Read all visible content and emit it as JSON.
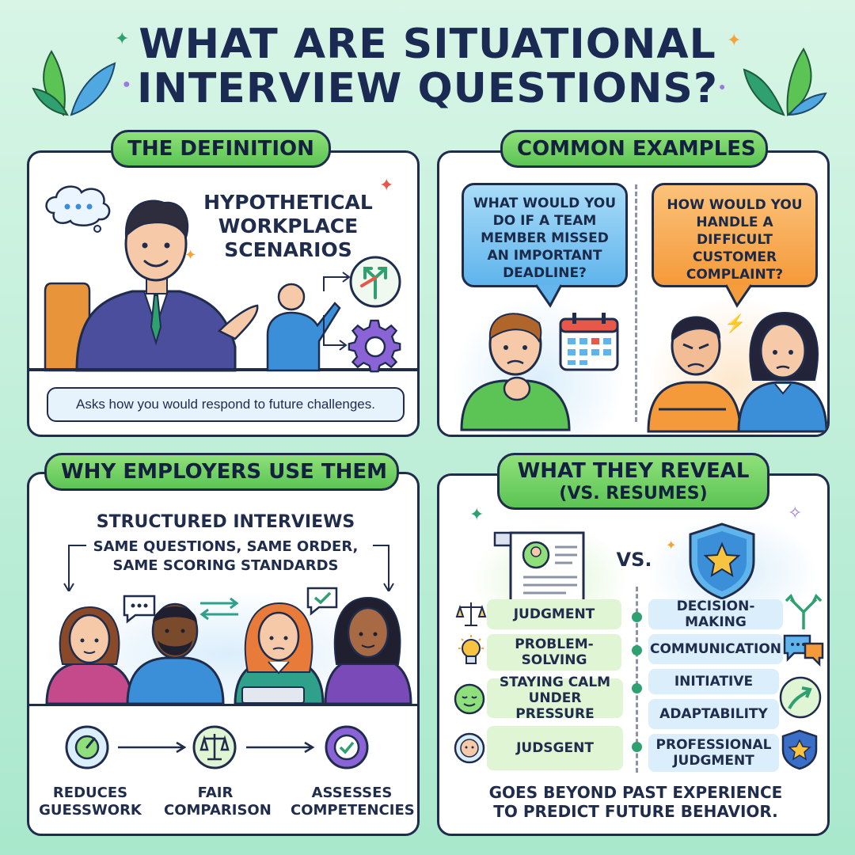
{
  "title": {
    "line1": "WHAT ARE SITUATIONAL",
    "line2": "INTERVIEW QUESTIONS?"
  },
  "definition": {
    "heading": "THE DEFINITION",
    "headline": [
      "HYPOTHETICAL",
      "WORKPLACE",
      "SCENARIOS"
    ],
    "caption": "Asks how you would respond to future challenges."
  },
  "examples": {
    "heading": "COMMON EXAMPLES",
    "question1": "WHAT WOULD YOU DO IF A TEAM MEMBER MISSED AN IMPORTANT DEADLINE?",
    "question2": "HOW WOULD YOU HANDLE A DIFFICULT CUSTOMER COMPLAINT?"
  },
  "employers": {
    "heading": "WHY EMPLOYERS USE THEM",
    "subheading": "STRUCTURED INTERVIEWS",
    "line1": "SAME QUESTIONS, SAME ORDER,",
    "line2": "SAME SCORING STANDARDS",
    "benefits": [
      {
        "line1": "REDUCES",
        "line2": "GUESSWORK"
      },
      {
        "line1": "FAIR",
        "line2": "COMPARISON"
      },
      {
        "line1": "ASSESSES",
        "line2": "COMPETENCIES"
      }
    ]
  },
  "reveal": {
    "heading": "WHAT THEY REVEAL",
    "subheading": "(VS. RESUMES)",
    "vs": "VS.",
    "left_traits": [
      "JUDGMENT",
      "PROBLEM-SOLVING",
      "STAYING CALM UNDER PRESSURE",
      "JUDSGENT"
    ],
    "right_traits": [
      "DECISION-MAKING",
      "COMMUNICATION",
      "INITIATIVE",
      "ADAPTABILITY",
      "PROFESSIONAL JUDGMENT"
    ],
    "footer_line1": "GOES BEYOND PAST EXPERIENCE",
    "footer_line2": "TO PREDICT FUTURE BEHAVIOR."
  },
  "colors": {
    "background": "#c5f0dc",
    "navy": "#1f2c4c",
    "green_pill": "#6fcf5e",
    "bubble_blue": "#7fc8f2",
    "bubble_orange": "#f9a64a"
  }
}
